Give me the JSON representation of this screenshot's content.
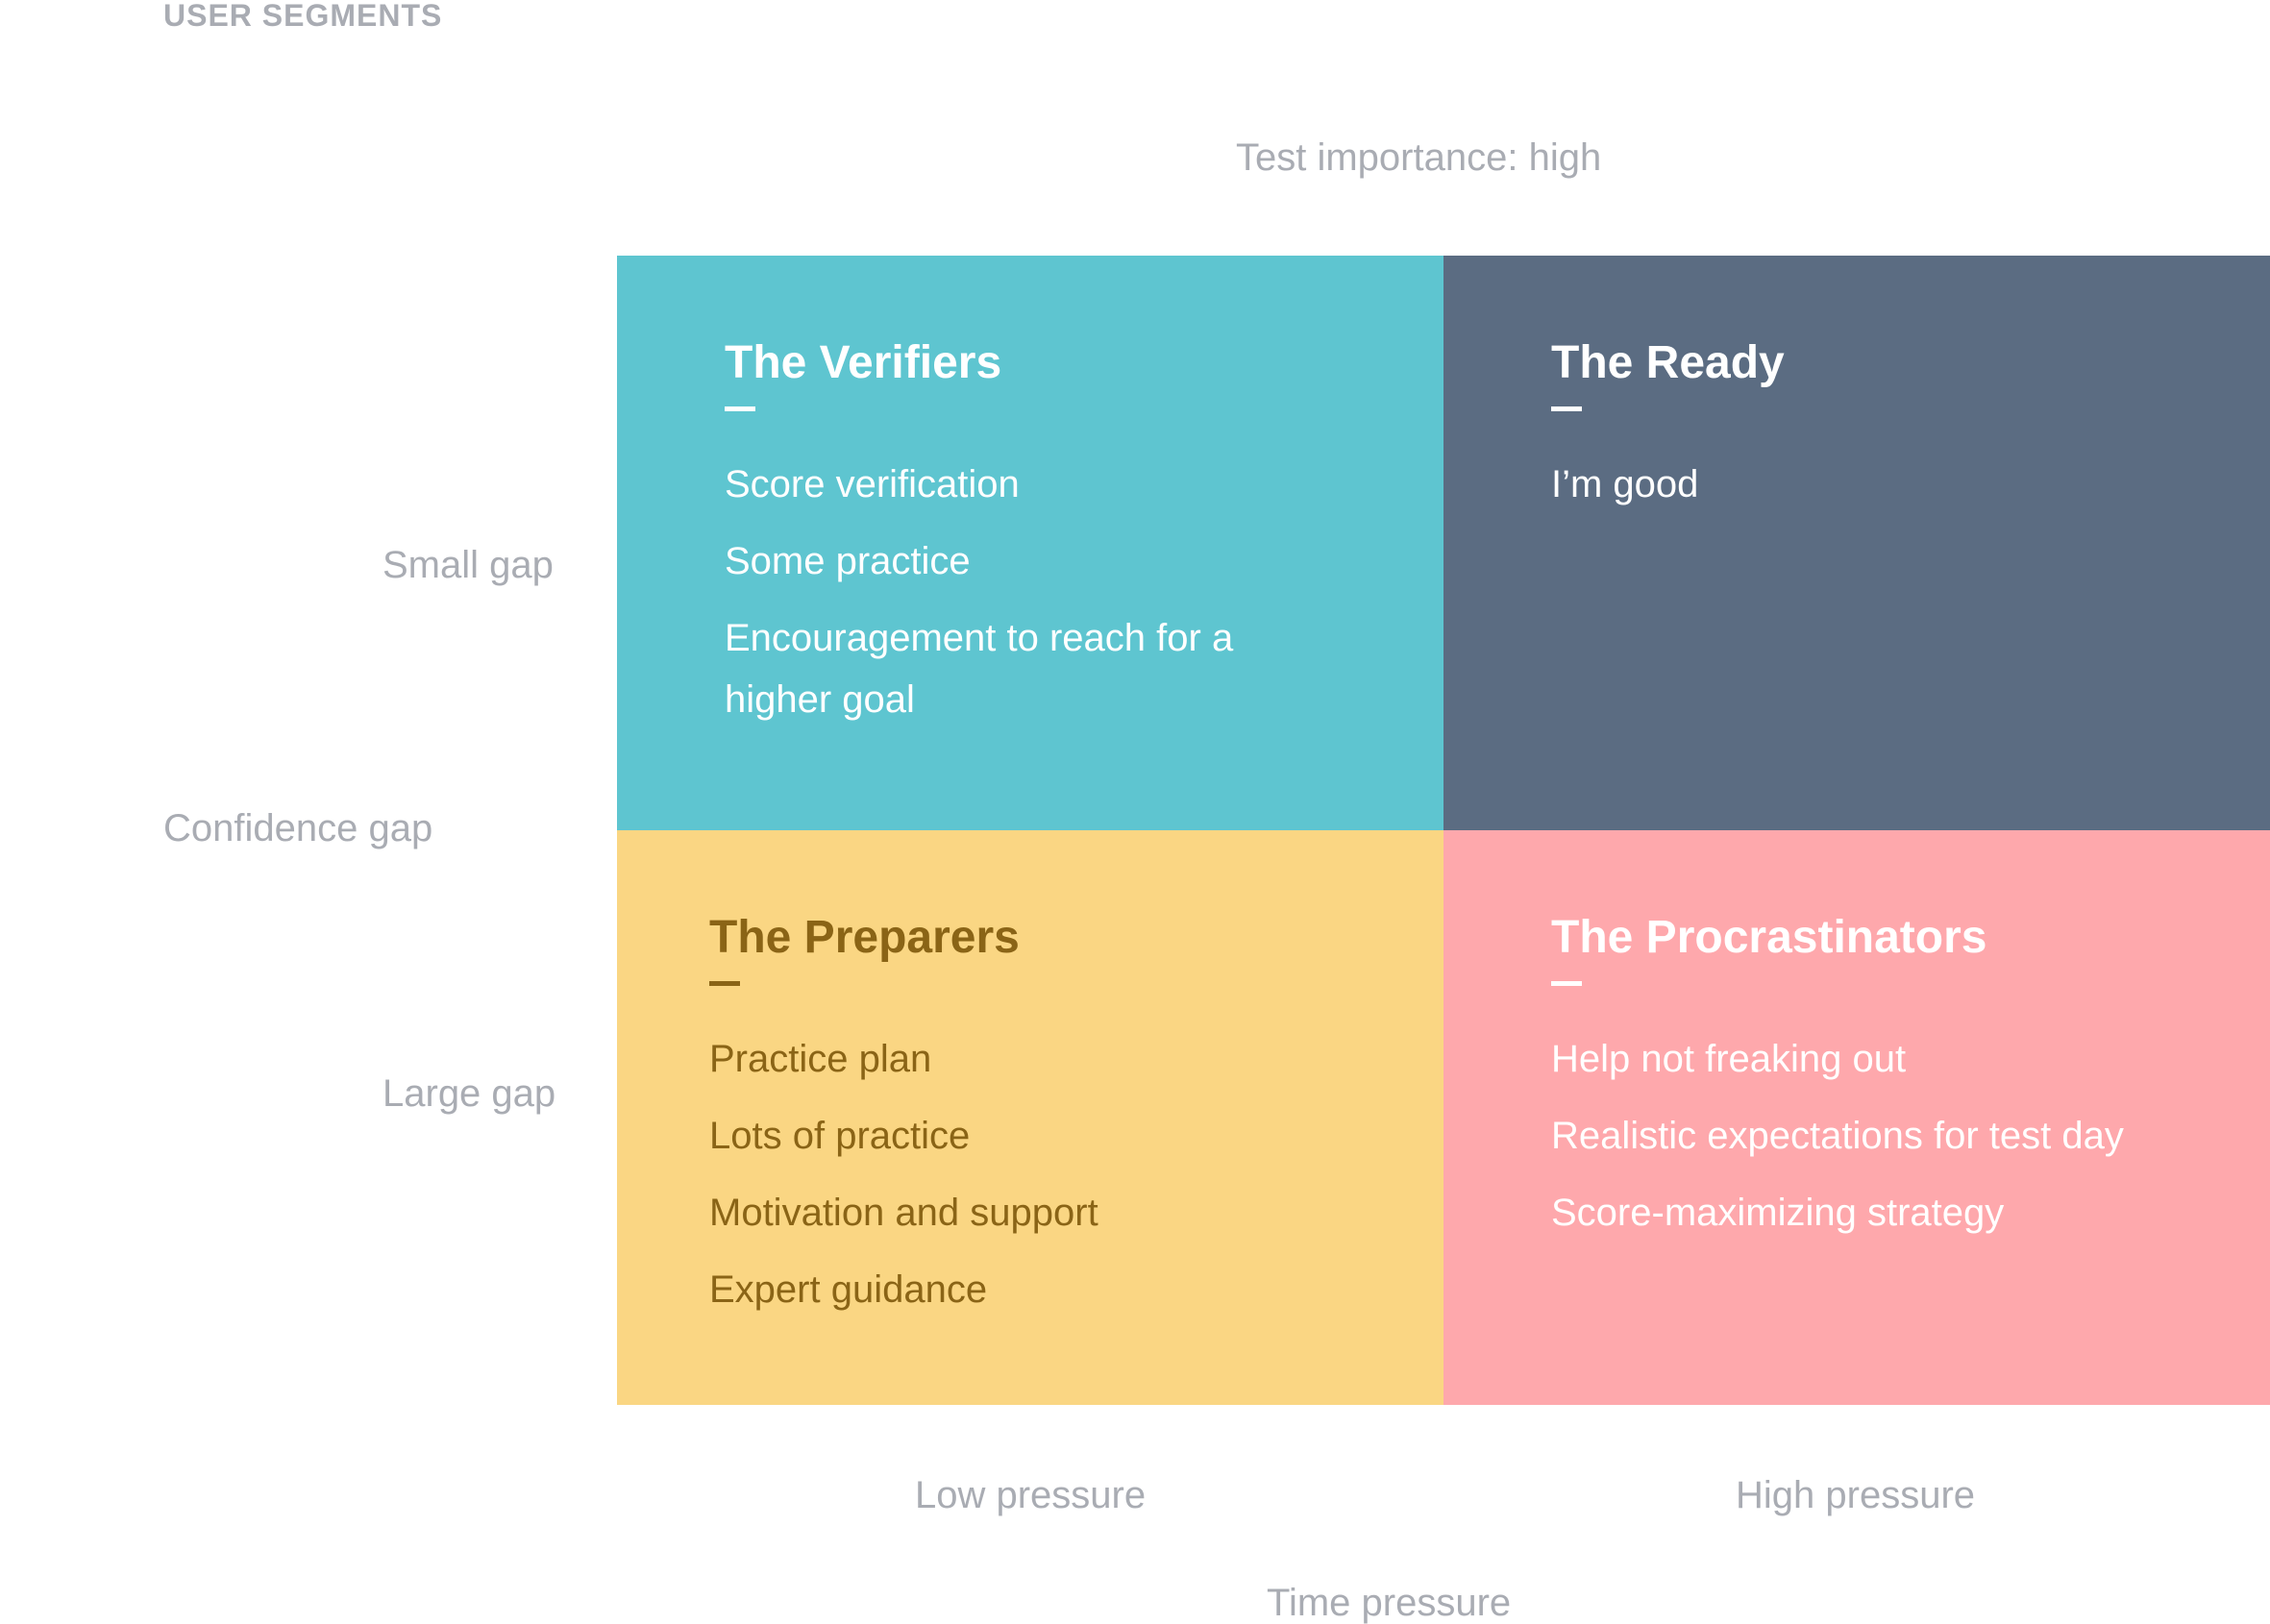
{
  "header": {
    "section_label": "USER SEGMENTS"
  },
  "axes": {
    "top": "Test importance: high",
    "y_title": "Confidence gap",
    "y_top": "Small gap",
    "y_bottom": "Large gap",
    "x_left": "Low pressure",
    "x_right": "High pressure",
    "x_title": "Time pressure"
  },
  "colors": {
    "verifiers": "#5ec5d0",
    "ready": "#5b6c82",
    "preparers": "#fad683",
    "procrastinators": "#fea8ac",
    "axis_text": "#a9acb3"
  },
  "quadrants": {
    "verifiers": {
      "title": "The Verifiers",
      "items": [
        "Score verification",
        "Some practice",
        "Encouragement to reach for a higher goal"
      ]
    },
    "ready": {
      "title": "The Ready",
      "items": [
        "I’m good"
      ]
    },
    "preparers": {
      "title": "The Preparers",
      "items": [
        "Practice plan",
        "Lots of practice",
        "Motivation and support",
        "Expert guidance"
      ]
    },
    "procrastinators": {
      "title": "The Procrastinators",
      "items": [
        "Help not freaking out",
        "Realistic expectations for test day",
        "Score-maximizing strategy"
      ]
    }
  }
}
